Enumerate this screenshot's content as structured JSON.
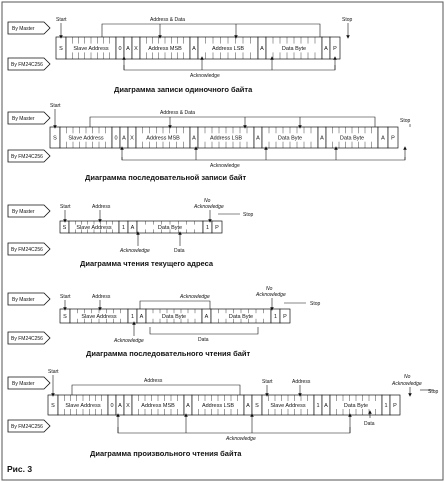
{
  "figure_label": "Рис. 3",
  "diagrams": [
    {
      "by_master": "By Master",
      "by_slave": "By FM24C256",
      "cells": [
        "S",
        "Slave Address",
        "0",
        "A",
        "X",
        "Address MSB",
        "A",
        "Address LSB",
        "A",
        "Data Byte",
        "A",
        "P"
      ],
      "labels": {
        "start": "Start",
        "stop": "Stop",
        "bracket": "Address & Data",
        "ack": "Acknowledge"
      },
      "caption": "Диаграмма записи одиночного байта"
    },
    {
      "by_master": "By Master",
      "by_slave": "By FM24C256",
      "cells": [
        "S",
        "Slave Address",
        "0",
        "A",
        "X",
        "Address MSB",
        "A",
        "Address LSB",
        "A",
        "Data Byte",
        "A",
        "Data Byte",
        "A",
        "P"
      ],
      "labels": {
        "start": "Start",
        "stop": "Stop",
        "bracket": "Address & Data",
        "ack": "Acknowledge"
      },
      "caption": "Диаграмма последовательной записи байт"
    },
    {
      "by_master": "By Master",
      "by_slave": "By FM24C256",
      "cells": [
        "S",
        "Slave Address",
        "1",
        "A",
        "Data Byte",
        "1",
        "P"
      ],
      "labels": {
        "start": "Start",
        "address": "Address",
        "no": "No",
        "no_ack": "Acknowledge",
        "stop": "Stop",
        "ack": "Acknowledge",
        "data": "Data"
      },
      "caption": "Диаграмма чтения текущего адреса"
    },
    {
      "by_master": "By Master",
      "by_slave": "By FM24C256",
      "cells": [
        "S",
        "Slave Address",
        "1",
        "A",
        "Data Byte",
        "A",
        "Data Byte",
        "1",
        "P"
      ],
      "labels": {
        "start": "Start",
        "address": "Address",
        "ack_top": "Acknowledge",
        "no": "No",
        "no_ack": "Acknowledge",
        "stop": "Stop",
        "ack": "Acknowledge",
        "data": "Data"
      },
      "caption": "Диаграмма последовательного чтения байт"
    },
    {
      "by_master": "By Master",
      "by_slave": "By FM24C256",
      "cells": [
        "S",
        "Slave Address",
        "0",
        "A",
        "X",
        "Address MSB",
        "A",
        "Address LSB",
        "A",
        "S",
        "Slave Address",
        "1",
        "A",
        "Data Byte",
        "1",
        "P"
      ],
      "labels": {
        "start": "Start",
        "address": "Address",
        "start2": "Start",
        "address2": "Address",
        "no": "No",
        "no_ack": "Acknowledge",
        "stop": "Stop",
        "ack": "Acknowledge",
        "data": "Data"
      },
      "caption": "Диаграмма произвольного чтения байта"
    }
  ]
}
